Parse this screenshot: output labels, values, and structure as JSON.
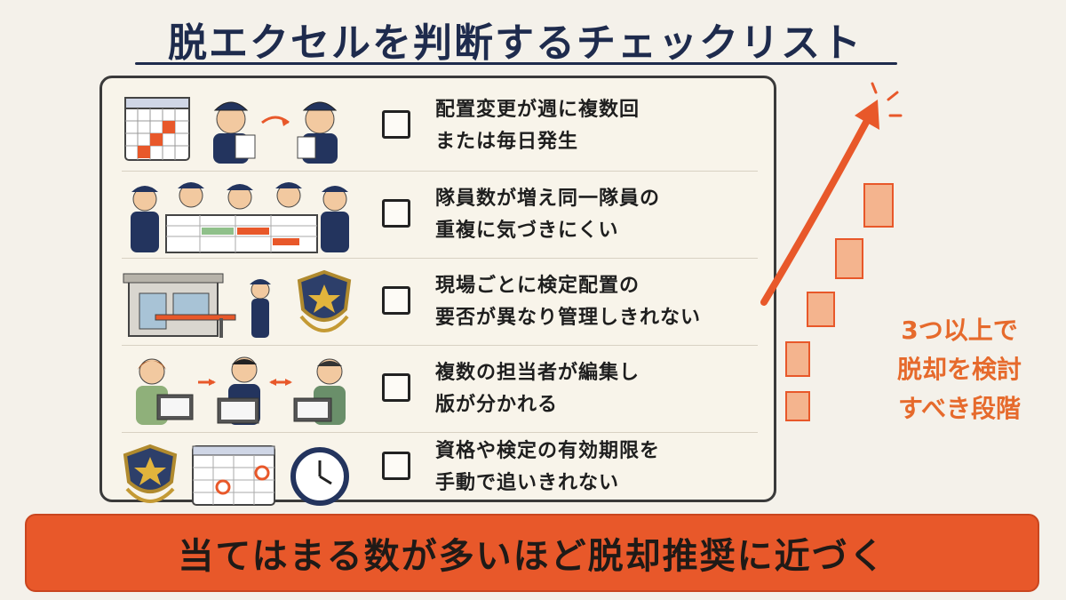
{
  "title": "脱エクセルを判断するチェックリスト",
  "checklist": [
    {
      "line1": "配置変更が週に複数回",
      "line2": "または毎日発生",
      "icon": "calendar-guards-icon"
    },
    {
      "line1": "隊員数が増え同一隊員の",
      "line2": "重複に気づきにくい",
      "icon": "guard-team-schedule-icon"
    },
    {
      "line1": "現場ごとに検定配置の",
      "line2": "要否が異なり管理しきれない",
      "icon": "site-gate-badge-icon"
    },
    {
      "line1": "複数の担当者が編集し",
      "line2": "版が分かれる",
      "icon": "multiple-editors-icon"
    },
    {
      "line1": "資格や検定の有効期限を",
      "line2": "手動で追いきれない",
      "icon": "badge-calendar-clock-icon"
    }
  ],
  "side_note": {
    "line1": "3つ以上で",
    "line2": "脱却を検討",
    "line3": "すべき段階"
  },
  "banner": "当てはまる数が多いほど脱却推奨に近づく",
  "colors": {
    "accent": "#e8582a",
    "navy": "#1e2b4d",
    "panel": "#f8f4ea"
  }
}
